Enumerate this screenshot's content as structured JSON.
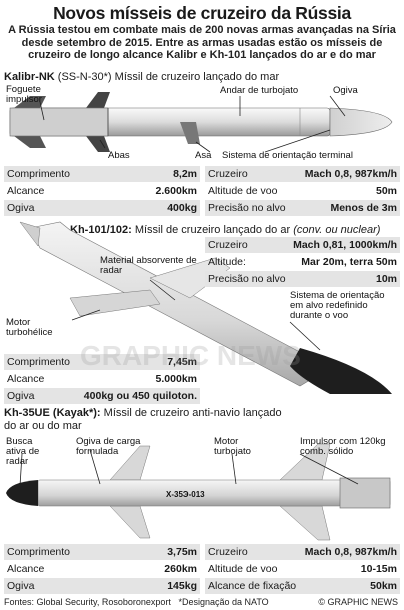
{
  "title": "Novos mísseis de cruzeiro da Rússia",
  "intro": "A Rússia testou em combate mais de 200 novas armas avançadas na Síria desde setembro de 2015. Entre as armas usadas estão os mísseis de cruzeiro de longo alcance Kalibr e Kh-101 lançados do ar e do mar",
  "kalibr": {
    "name": "Kalibr-NK",
    "designation": "(SS-N-30*)",
    "desc": "Míssil de cruzeiro lançado do mar",
    "labels": {
      "booster": "Foguete impulsor",
      "turbojet": "Andar de turbojato",
      "warhead": "Ogiva",
      "fins": "Abas",
      "wing": "Asa",
      "guidance": "Sistema de orientação terminal"
    },
    "specs_left": [
      {
        "k": "Comprimento",
        "v": "8,2m"
      },
      {
        "k": "Alcance",
        "v": "2.600km"
      },
      {
        "k": "Ogiva",
        "v": "400kg"
      }
    ],
    "specs_right": [
      {
        "k": "Cruzeiro",
        "v": "Mach 0,8, 987km/h"
      },
      {
        "k": "Altitude de voo",
        "v": "50m"
      },
      {
        "k": "Precisão no alvo",
        "v": "Menos de 3m"
      }
    ]
  },
  "kh101": {
    "name": "Kh-101/102:",
    "desc": "Míssil de cruzeiro lançado do ar",
    "desc_italic": "(conv. ou nuclear)",
    "labels": {
      "absorbent": "Material absorvente de radar",
      "engine": "Motor turbohélice",
      "guidance": "Sistema de orientação em alvo redefinido durante o voo"
    },
    "specs_right": [
      {
        "k": "Cruzeiro",
        "v": "Mach 0,81, 1000km/h"
      },
      {
        "k": "Altitude:",
        "v": "Mar 20m, terra 50m"
      },
      {
        "k": "Precisão no alvo",
        "v": "10m"
      }
    ],
    "specs_left": [
      {
        "k": "Comprimento",
        "v": "7,45m"
      },
      {
        "k": "Alcance",
        "v": "5.000km"
      },
      {
        "k": "Ogiva",
        "v": "400kg ou 450 quiloton."
      }
    ]
  },
  "kh35": {
    "name": "Kh-35UE",
    "designation": "(Kayak*):",
    "desc": "Míssil de cruzeiro anti-navio lançado do ar ou do mar",
    "labels": {
      "seeker": "Busca ativa de radar",
      "warhead": "Ogiva de carga formulada",
      "engine": "Motor turbojato",
      "booster": "Impulsor com 120kg comb. sólido"
    },
    "body_text": "X-35Э-013",
    "specs_left": [
      {
        "k": "Comprimento",
        "v": "3,75m"
      },
      {
        "k": "Alcance",
        "v": "260km"
      },
      {
        "k": "Ogiva",
        "v": "145kg"
      }
    ],
    "specs_right": [
      {
        "k": "Cruzeiro",
        "v": "Mach 0,8, 987km/h"
      },
      {
        "k": "Altitude de voo",
        "v": "10-15m"
      },
      {
        "k": "Alcance de fixação",
        "v": "50km"
      }
    ]
  },
  "footer": {
    "sources": "Fontes: Global Security, Rosoboronexport",
    "note": "*Designação da NATO",
    "copyright": "© GRAPHIC NEWS"
  },
  "watermark": "GRAPHIC NEWS",
  "colors": {
    "shade": "#e4e4e4",
    "missile_light": "#e8e8e8",
    "missile_dark": "#1e1e1e"
  }
}
